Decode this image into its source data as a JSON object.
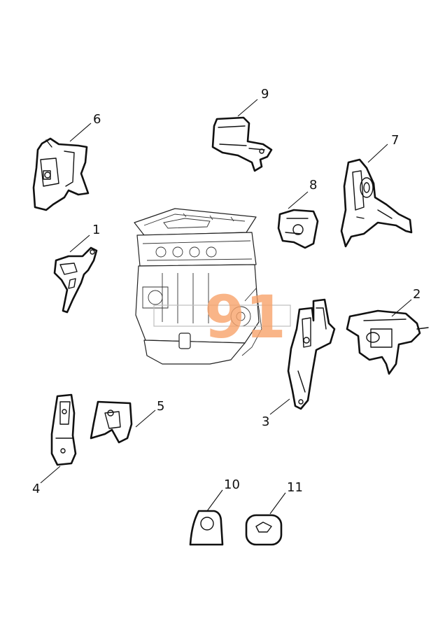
{
  "diagram": {
    "callouts": [
      {
        "id": "1",
        "label": "1"
      },
      {
        "id": "2",
        "label": "2"
      },
      {
        "id": "3",
        "label": "3"
      },
      {
        "id": "4",
        "label": "4"
      },
      {
        "id": "5",
        "label": "5"
      },
      {
        "id": "6",
        "label": "6"
      },
      {
        "id": "7",
        "label": "7"
      },
      {
        "id": "8",
        "label": "8"
      },
      {
        "id": "9",
        "label": "9"
      },
      {
        "id": "10",
        "label": "10"
      },
      {
        "id": "11",
        "label": "11"
      }
    ],
    "watermark": {
      "text": "91"
    },
    "colors": {
      "line": "#111111",
      "watermark": "#f7a26a",
      "background": "#ffffff"
    }
  }
}
